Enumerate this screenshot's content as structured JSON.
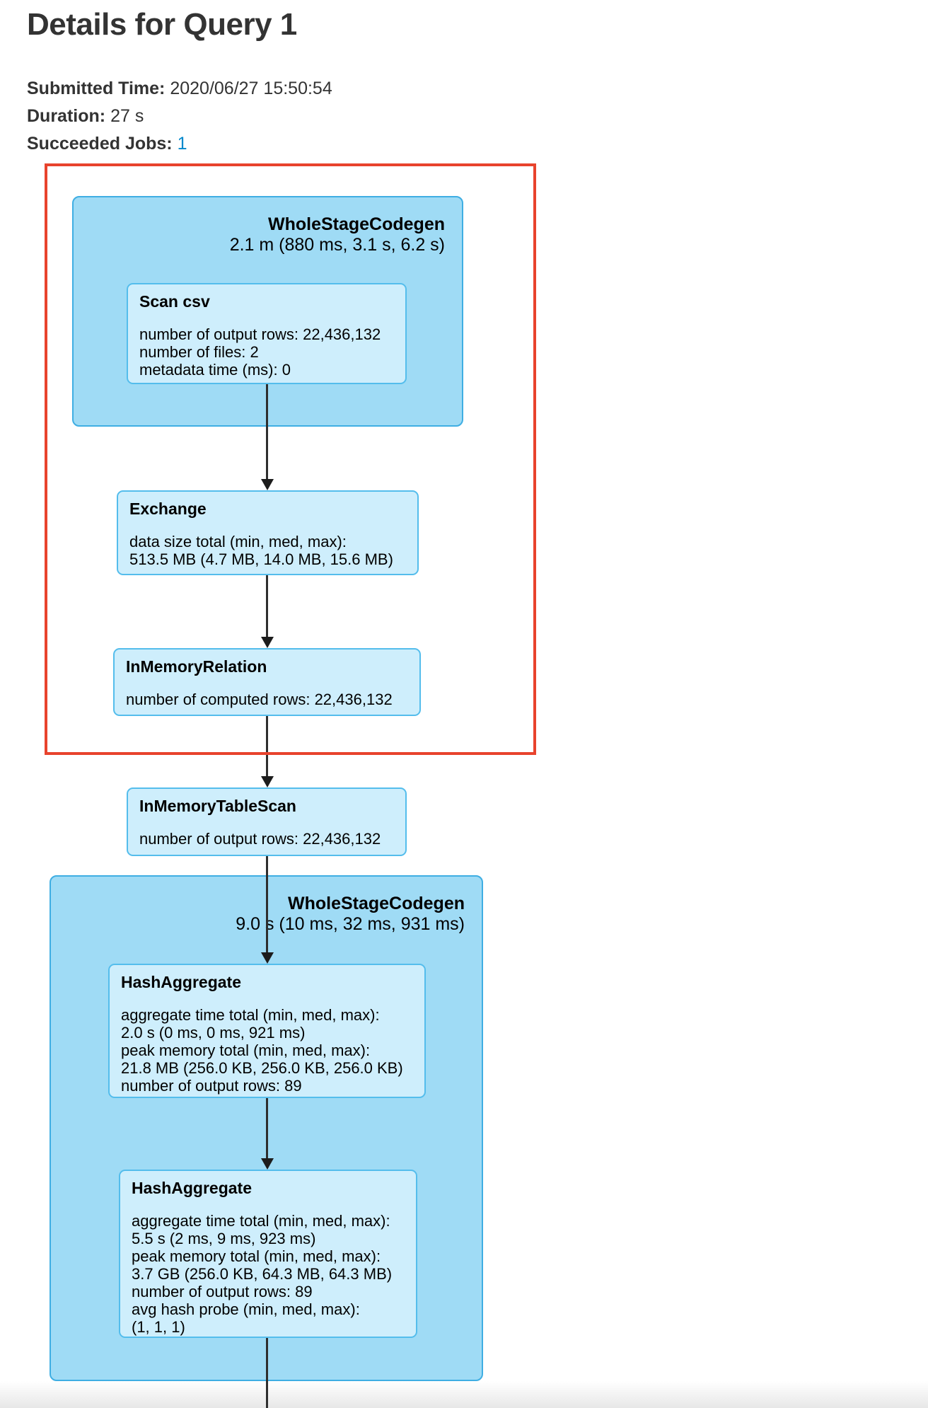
{
  "header": {
    "title": "Details for Query 1",
    "meta": [
      {
        "label": "Submitted Time:",
        "value": "2020/06/27 15:50:54"
      },
      {
        "label": "Duration:",
        "value": "27 s"
      },
      {
        "label": "Succeeded Jobs:",
        "value": "1"
      }
    ]
  },
  "colors": {
    "cluster_bg": "#9fdbf5",
    "cluster_border": "#3faee3",
    "node_bg": "#ceeefc",
    "node_border": "#54bdec",
    "highlight_red": "#e8432d",
    "link_blue": "#0088cc",
    "arrow": "#2e2e2e",
    "heading_text": "#333333"
  },
  "plan": {
    "clusters": [
      {
        "title": "WholeStageCodegen",
        "timing": "2.1 m (880 ms, 3.1 s, 6.2 s)"
      },
      {
        "title": "WholeStageCodegen",
        "timing": "9.0 s (10 ms, 32 ms, 931 ms)"
      }
    ],
    "nodes": [
      {
        "title": "Scan csv",
        "lines": [
          "number of output rows: 22,436,132",
          "number of files: 2",
          "metadata time (ms): 0"
        ]
      },
      {
        "title": "Exchange",
        "lines": [
          "data size total (min, med, max):",
          "513.5 MB (4.7 MB, 14.0 MB, 15.6 MB)"
        ]
      },
      {
        "title": "InMemoryRelation",
        "lines": [
          "number of computed rows: 22,436,132"
        ]
      },
      {
        "title": "InMemoryTableScan",
        "lines": [
          "number of output rows: 22,436,132"
        ]
      },
      {
        "title": "HashAggregate",
        "lines": [
          "aggregate time total (min, med, max):",
          "2.0 s (0 ms, 0 ms, 921 ms)",
          "peak memory total (min, med, max):",
          "21.8 MB (256.0 KB, 256.0 KB, 256.0 KB)",
          "number of output rows: 89"
        ]
      },
      {
        "title": "HashAggregate",
        "lines": [
          "aggregate time total (min, med, max):",
          "5.5 s (2 ms, 9 ms, 923 ms)",
          "peak memory total (min, med, max):",
          "3.7 GB (256.0 KB, 64.3 MB, 64.3 MB)",
          "number of output rows: 89",
          "avg hash probe (min, med, max):",
          "(1, 1, 1)"
        ]
      }
    ]
  }
}
